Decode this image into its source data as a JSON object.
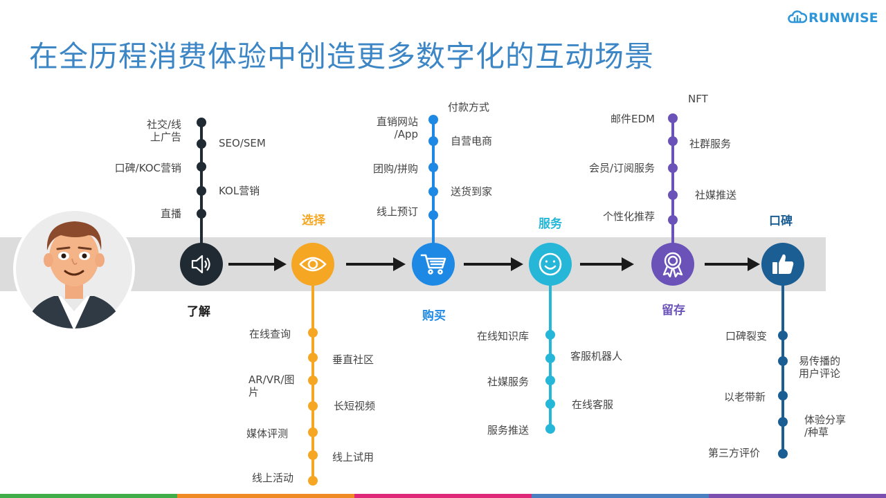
{
  "title": "在全历程消费体验中创造更多数字化的互动场景",
  "logo": {
    "text": "RUNWISE"
  },
  "stages": [
    {
      "name": "了解",
      "color": "#1f2a33",
      "icon": "speaker-icon",
      "upper": [
        "社交/线\n上广告",
        "SEO/SEM",
        "口碑/KOC营销",
        "KOL营销",
        "直播"
      ],
      "lower": []
    },
    {
      "name": "选择",
      "color": "#f5a623",
      "icon": "eye-icon",
      "upper": [],
      "lower": [
        "在线查询",
        "垂直社区",
        "AR/VR/图\n片",
        "长短视频",
        "媒体评测",
        "线上试用",
        "线上活动"
      ]
    },
    {
      "name": "购买",
      "color": "#1e88e5",
      "icon": "cart-icon",
      "upper": [
        "付款方式",
        "直销网站\n/App",
        "自营电商",
        "团购/拼购",
        "送货到家",
        "线上预订"
      ],
      "lower": []
    },
    {
      "name": "服务",
      "color": "#26b6d8",
      "icon": "smile-icon",
      "upper": [],
      "lower": [
        "在线知识库",
        "客服机器人",
        "社媒服务",
        "在线客服",
        "服务推送"
      ]
    },
    {
      "name": "留存",
      "color": "#6a52b8",
      "icon": "award-icon",
      "upper": [
        "NFT",
        "邮件EDM",
        "社群服务",
        "会员/订阅服务",
        "社媒推送",
        "个性化推荐"
      ],
      "lower": []
    },
    {
      "name": "口碑",
      "color": "#1b5e94",
      "icon": "thumbs-up-icon",
      "upper": [],
      "lower": [
        "口碑裂变",
        "易传播的\n用户评论",
        "以老带新",
        "体验分享\n/种草",
        "第三方评价"
      ]
    }
  ],
  "colors": {
    "title": "#3d86c6",
    "band": "#dcdcdc",
    "bottom_bar": [
      "#3fae49",
      "#f08a24",
      "#e0287a",
      "#4a7fc1",
      "#7b4fb0"
    ]
  }
}
